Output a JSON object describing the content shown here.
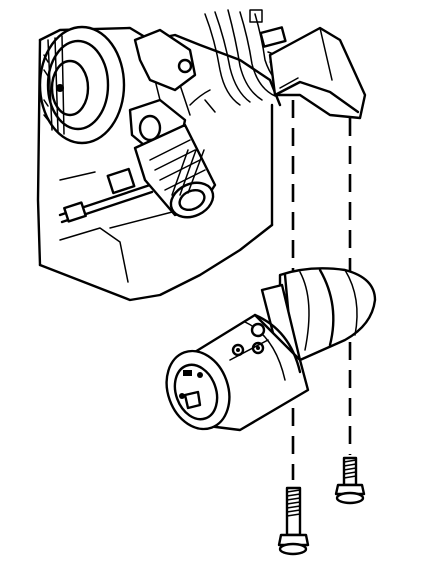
{
  "colors": {
    "ink": "#000000",
    "paper": "#ffffff"
  },
  "parts": [
    "engine-block",
    "flywheel",
    "wiring-harness",
    "mounting-bracket",
    "starter-motor",
    "mounting-bolt-front",
    "mounting-bolt-rear"
  ]
}
